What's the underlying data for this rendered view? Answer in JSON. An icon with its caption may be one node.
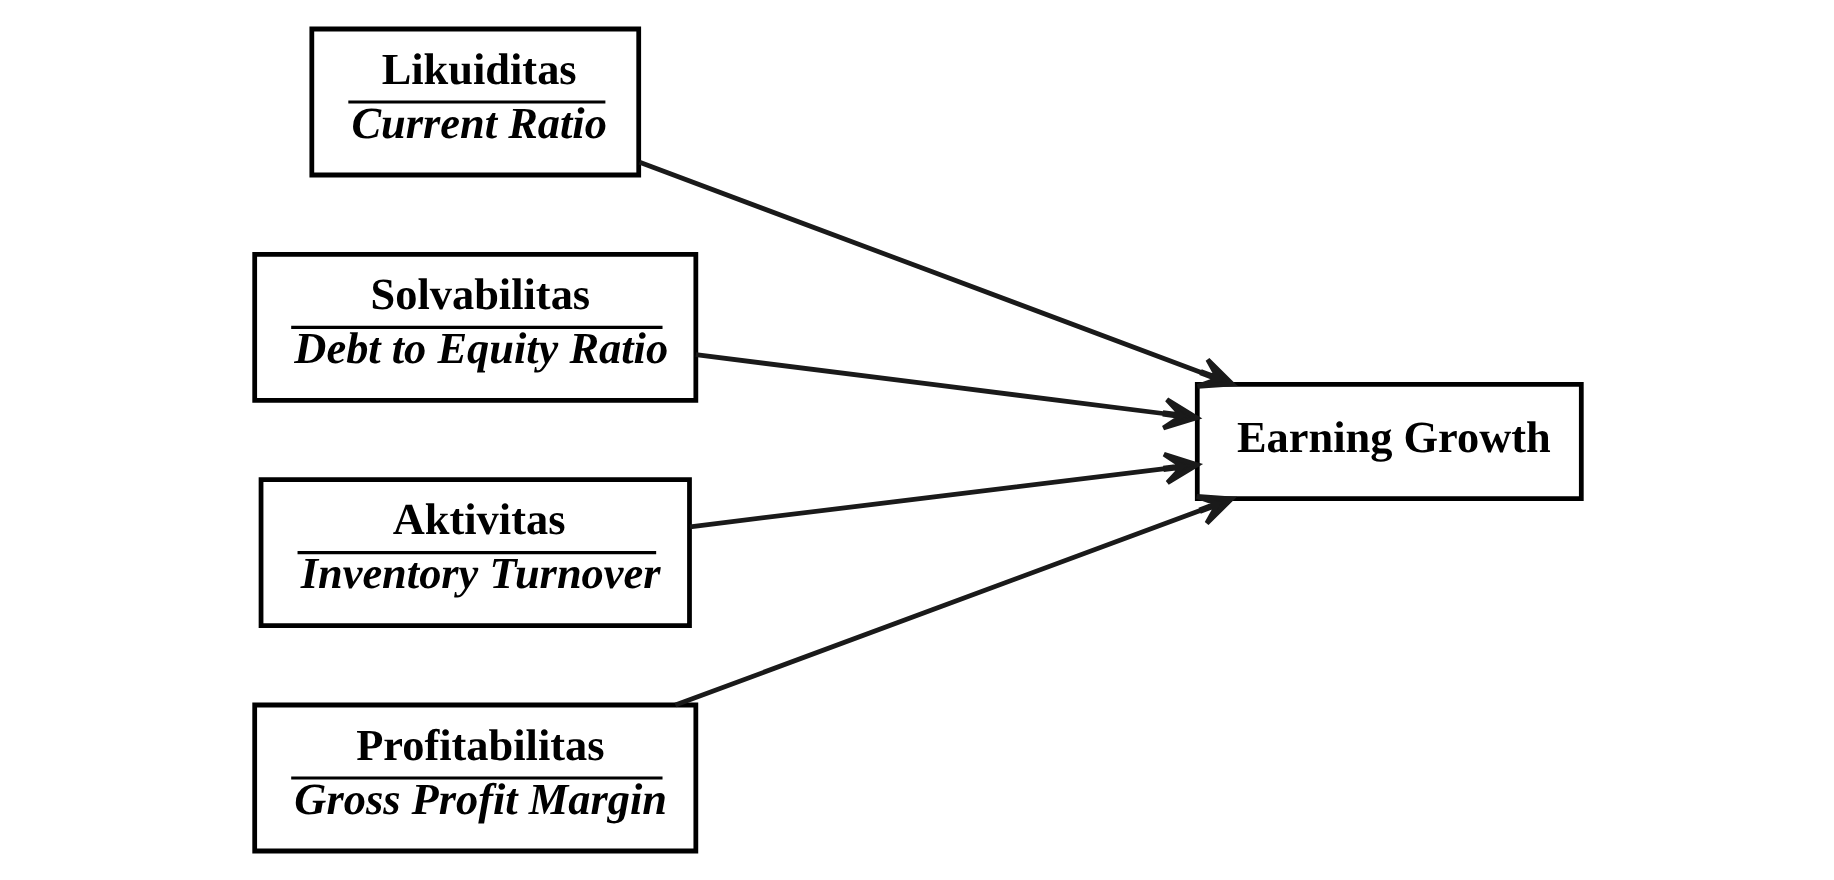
{
  "diagram": {
    "nodes": [
      {
        "text": [
          "Likuiditas",
          "Current Ratio"
        ]
      },
      {
        "text": [
          "Solvabilitas",
          "Debt to Equity Ratio"
        ]
      },
      {
        "text": [
          "Aktivitas",
          "Inventory Turnover"
        ]
      },
      {
        "text": [
          "Profitabilitas",
          "Gross Profit Margin"
        ]
      },
      {
        "text": [
          "Earning Growth"
        ]
      }
    ],
    "edges": [
      {
        "from": 0,
        "to": 4,
        "arrow": "to"
      },
      {
        "from": 1,
        "to": 4,
        "arrow": "to"
      },
      {
        "from": 2,
        "to": 4,
        "arrow": "to"
      },
      {
        "from": 3,
        "to": 4,
        "arrow": "to"
      }
    ]
  }
}
